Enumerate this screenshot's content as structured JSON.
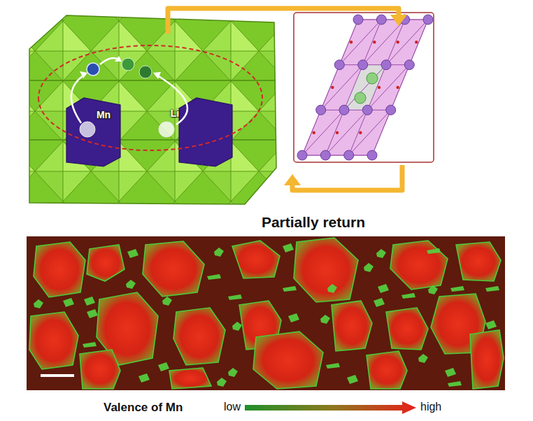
{
  "diagram": {
    "labels": [
      "Mn",
      "Li",
      "Partially return",
      "Valence of Mn",
      "low",
      "high"
    ]
  }
}
